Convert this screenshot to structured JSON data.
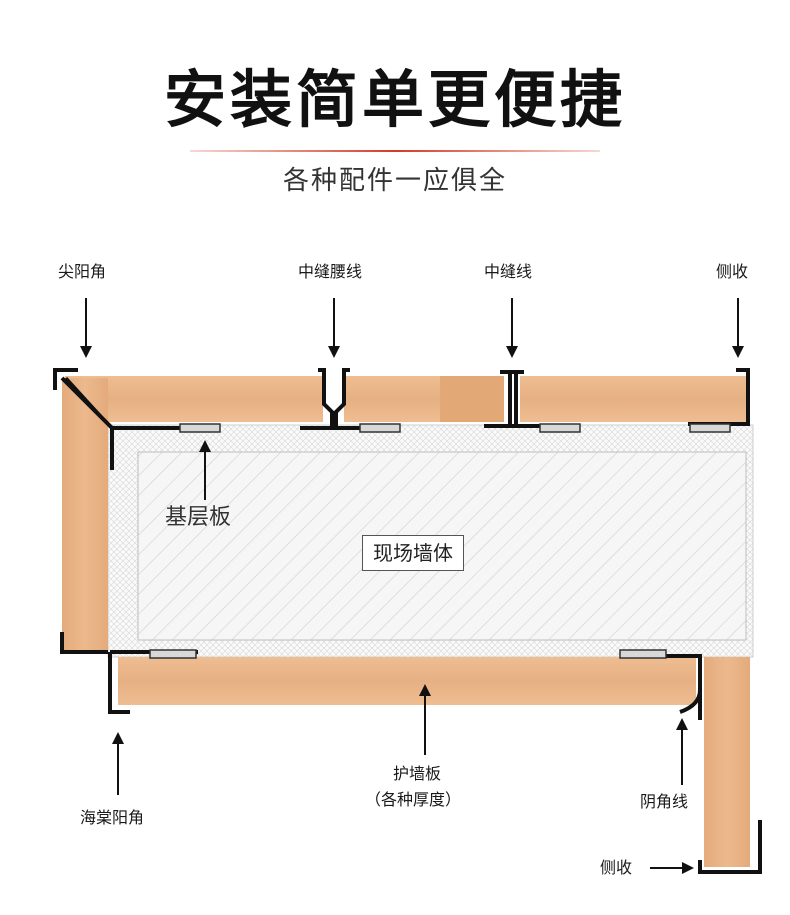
{
  "header": {
    "title": "安装简单更便捷",
    "subtitle": "各种配件一应俱全"
  },
  "labels": {
    "sharp_corner": "尖阳角",
    "mid_waist_line": "中缝腰线",
    "mid_seam_line": "中缝线",
    "side_trim_top": "侧收",
    "base_board": "基层板",
    "wall": "现场墙体",
    "outer_corner": "海棠阳角",
    "panel": "护墙板",
    "panel_note": "（各种厚度）",
    "inner_corner_line": "阴角线",
    "side_trim_bottom": "侧收"
  },
  "colors": {
    "wood": "#e9b68a",
    "wood_dark": "#d99e6f",
    "trim": "#111111",
    "wall_fill": "#f4f4f4",
    "hatch": "#cfcfcf",
    "accent": "#d23c28"
  }
}
